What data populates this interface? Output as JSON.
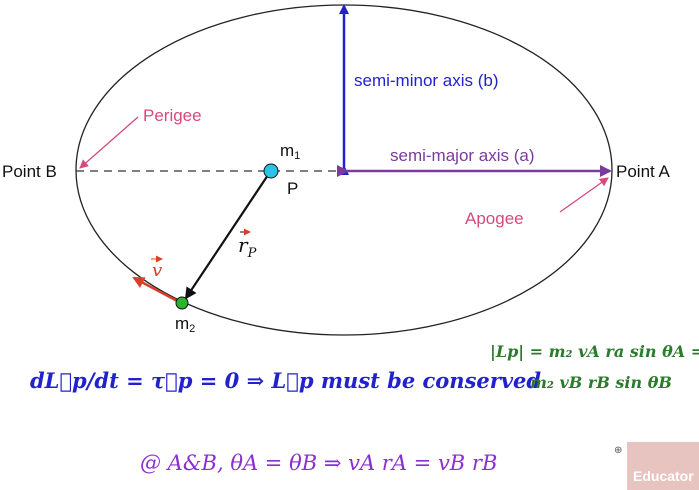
{
  "labels": {
    "point_b": "Point B",
    "point_a": "Point A",
    "perigee": "Perigee",
    "apogee": "Apogee",
    "semi_minor": "semi-minor axis (b)",
    "semi_major": "semi-major axis (a)",
    "m1": "m",
    "m1_sub": "1",
    "p": "P",
    "m2": "m",
    "m2_sub": "2",
    "r_vec": "r",
    "r_sub": "P",
    "v_vec": "v"
  },
  "equations": {
    "eq1": "dL⃗p/dt = τ⃗p = 0 ⇒ L⃗p must be conserved",
    "eq2": "@ A&B, θA = θB ⇒ vA rA = vB rB",
    "eq3_line1": "|Lp| = m₂ vA ra sin θA =",
    "eq3_line2": "m₂ vB rB sin θB"
  },
  "watermark": "Educator",
  "icons": [
    "zoom-icon"
  ],
  "colors": {
    "blue": "#2222cc",
    "purple": "#7a3b9c",
    "pink": "#d64a7e",
    "red": "#d9402b",
    "green_ink": "#2c7a2c",
    "cyan": "#29c4e8",
    "green_dot": "#2bb32b"
  }
}
